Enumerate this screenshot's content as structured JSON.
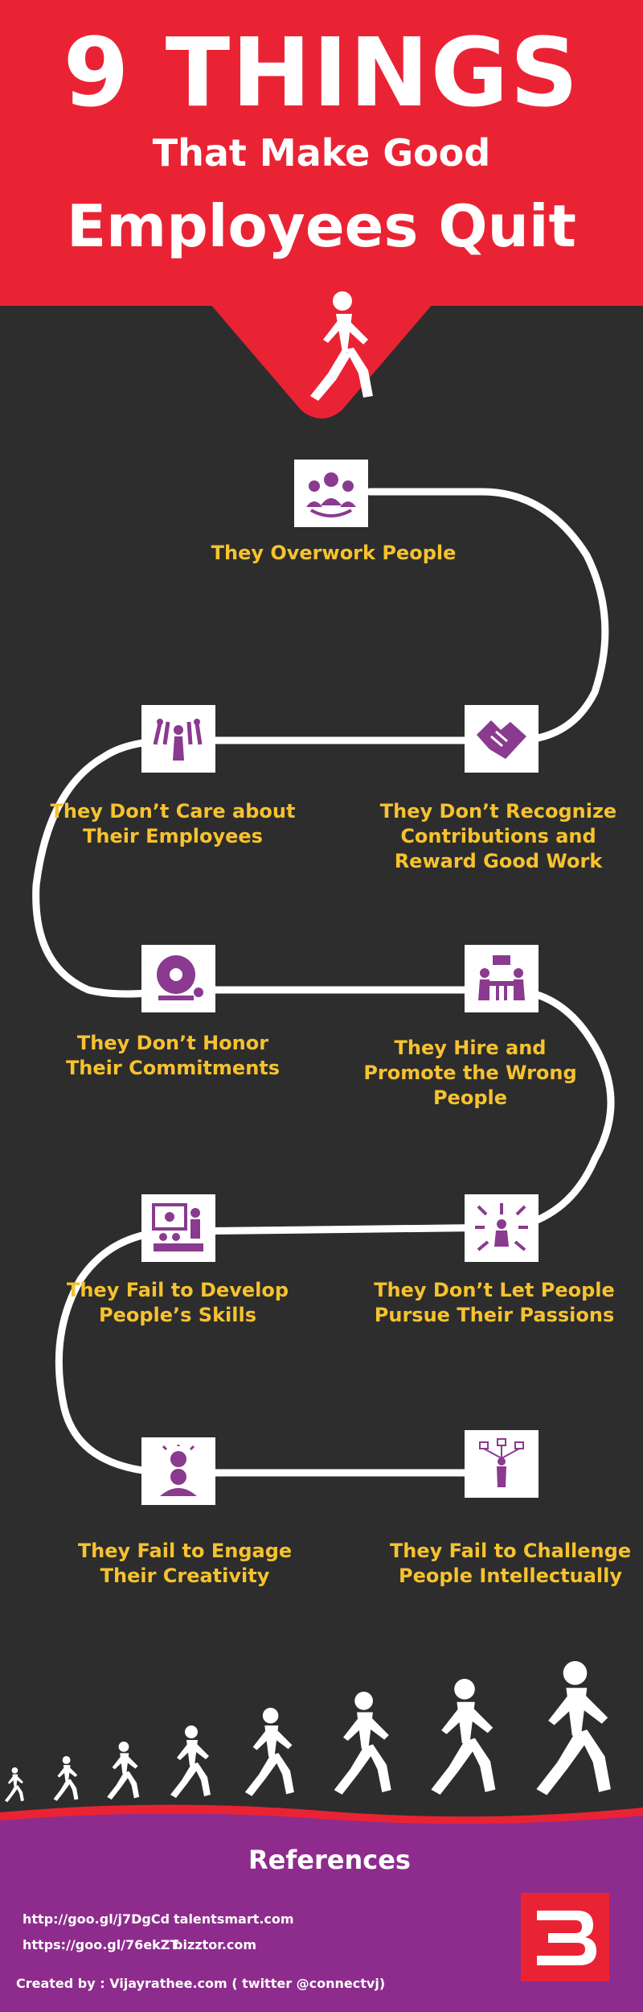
{
  "header": {
    "line1": "9 THINGS",
    "line2": "That Make Good",
    "line3": "Employees Quit"
  },
  "colors": {
    "red": "#ea2334",
    "dark": "#2d2d2d",
    "purple": "#8e2c8d",
    "icon_purple": "#8a3a8f",
    "label_yellow": "#f6c22f",
    "white": "#ffffff"
  },
  "items": [
    {
      "label": "They Overwork People",
      "icon": "team-group-icon"
    },
    {
      "label": "They Don’t Recognize Contributions and Reward Good Work",
      "icon": "handshake-icon"
    },
    {
      "label": "They Don’t Care about Their Employees",
      "icon": "cheering-crowd-icon"
    },
    {
      "label": "They Hire and Promote the Wrong People",
      "icon": "meeting-table-icon"
    },
    {
      "label": "They Don’t Honor Their Commitments",
      "icon": "alarm-bell-icon"
    },
    {
      "label": "They Don’t Let People Pursue Their Passions",
      "icon": "person-arrows-icon"
    },
    {
      "label": "They Fail to Develop People’s Skills",
      "icon": "presentation-icon"
    },
    {
      "label": "They Fail to Challenge People Intellectually",
      "icon": "connected-person-icon"
    },
    {
      "label": "They Fail to Engage Their Creativity",
      "icon": "lightbulb-head-icon"
    }
  ],
  "references": {
    "title": "References",
    "links": [
      {
        "url": "http://goo.gl/j7DgCd",
        "site": "talentsmart.com"
      },
      {
        "url": "https://goo.gl/76ekZT",
        "site": "bizztor.com"
      }
    ],
    "credit": "Created by : Vijayrathee.com ( twitter    @connectvj)"
  },
  "logo": {
    "icon": "b-logo-icon"
  }
}
